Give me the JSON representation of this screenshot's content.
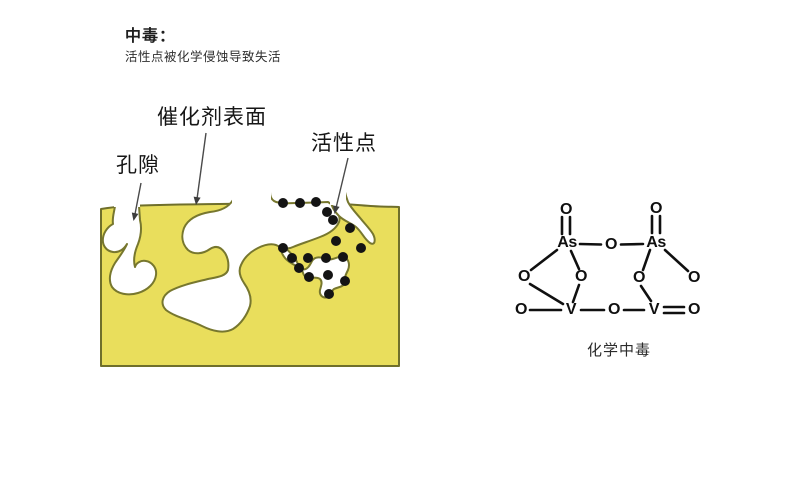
{
  "header": {
    "title": "中毒：",
    "subtitle": "活性点被化学侵蚀导致失活"
  },
  "diagram": {
    "labels": {
      "surface": "催化剂表面",
      "pore": "孔隙",
      "active_site": "活性点"
    },
    "colors": {
      "catalyst_fill": "#e9de5c",
      "outline": "#77772e",
      "active_site_dot": "#141414",
      "pore_fill": "#ffffff"
    }
  },
  "molecule": {
    "caption": "化学中毒",
    "atoms": [
      {
        "label": "O"
      },
      {
        "label": "O"
      },
      {
        "label": "As"
      },
      {
        "label": "O"
      },
      {
        "label": "As"
      },
      {
        "label": "O"
      },
      {
        "label": "O"
      },
      {
        "label": "O"
      },
      {
        "label": "O"
      },
      {
        "label": "O"
      },
      {
        "label": "V"
      },
      {
        "label": "O"
      },
      {
        "label": "V"
      },
      {
        "label": "O"
      }
    ]
  }
}
